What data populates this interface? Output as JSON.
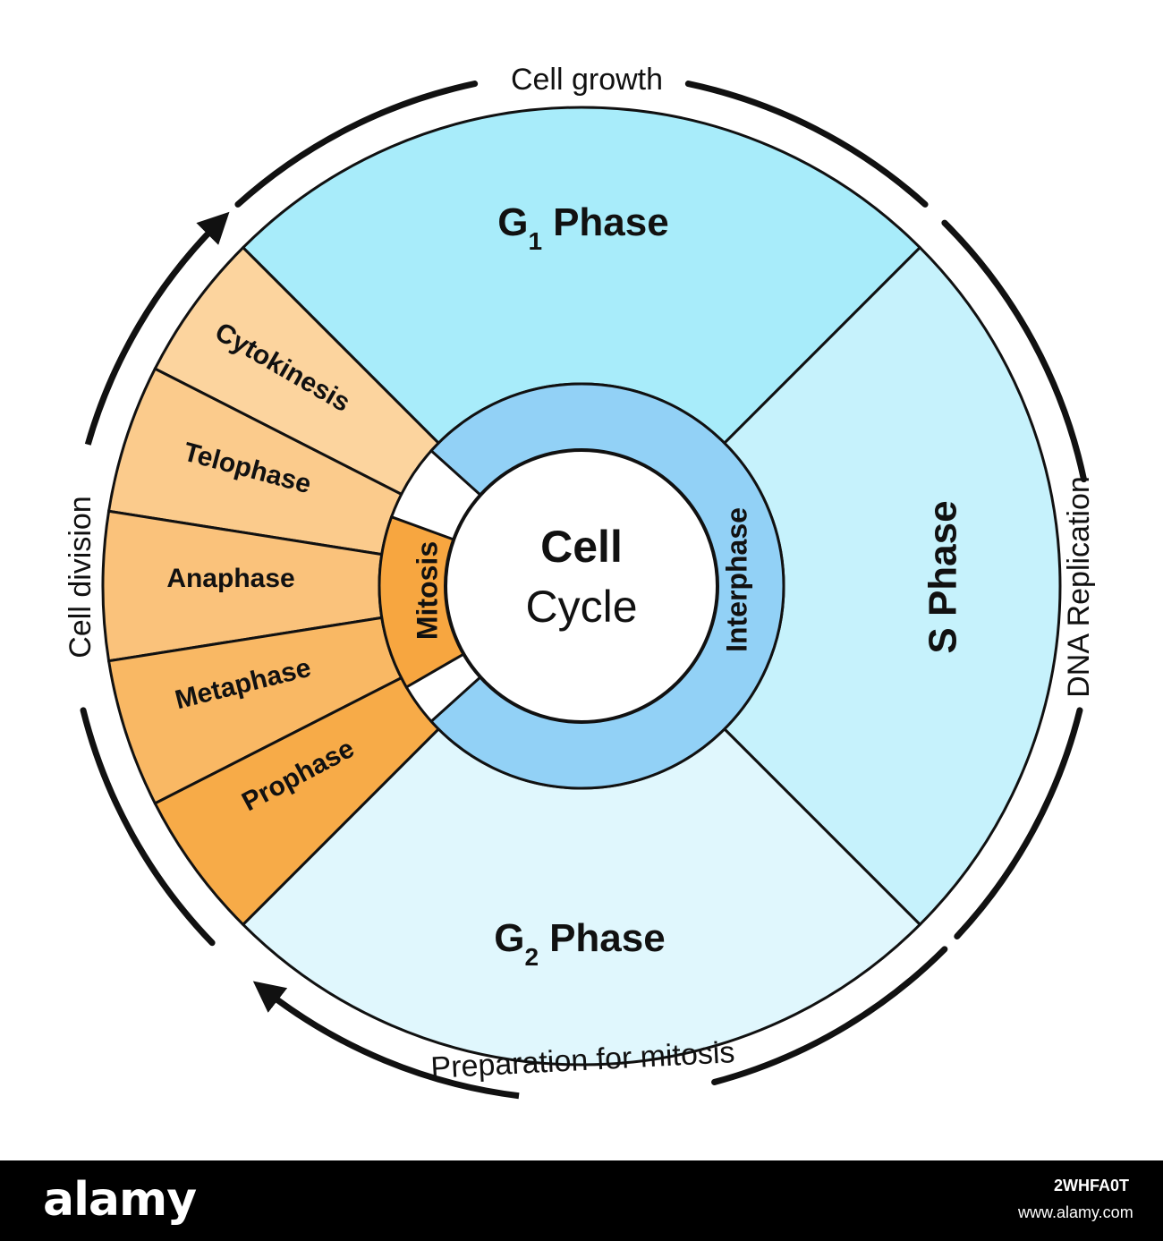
{
  "center": {
    "title_bold": "Cell",
    "title_regular": "Cycle"
  },
  "inner_ring": {
    "interphase": "Interphase",
    "mitosis": "Mitosis"
  },
  "phases": {
    "g1": {
      "letter": "G",
      "sub": "1",
      "word": "Phase"
    },
    "s": {
      "label": "S Phase"
    },
    "g2": {
      "letter": "G",
      "sub": "2",
      "word": "Phase"
    }
  },
  "mitosis_stages": [
    "Cytokinesis",
    "Telophase",
    "Anaphase",
    "Metaphase",
    "Prophase"
  ],
  "outer_labels": {
    "top": "Cell growth",
    "right": "DNA Replication",
    "bottom": "Preparation for mitosis",
    "left": "Cell division"
  },
  "colors": {
    "g1": "#a8ecfa",
    "s": "#c6f2fc",
    "g2": "#e0f7fd",
    "interphase_ring": "#92d1f6",
    "mitosis_ring": "#f7a640",
    "cytokinesis": "#fcd49e",
    "telophase": "#fbcb8c",
    "anaphase": "#fac27b",
    "metaphase": "#f9b864",
    "prophase": "#f7ab48",
    "outline": "#111111"
  },
  "watermark": {
    "brand": "alamy",
    "image_id": "2WHFA0T",
    "url": "www.alamy.com"
  }
}
